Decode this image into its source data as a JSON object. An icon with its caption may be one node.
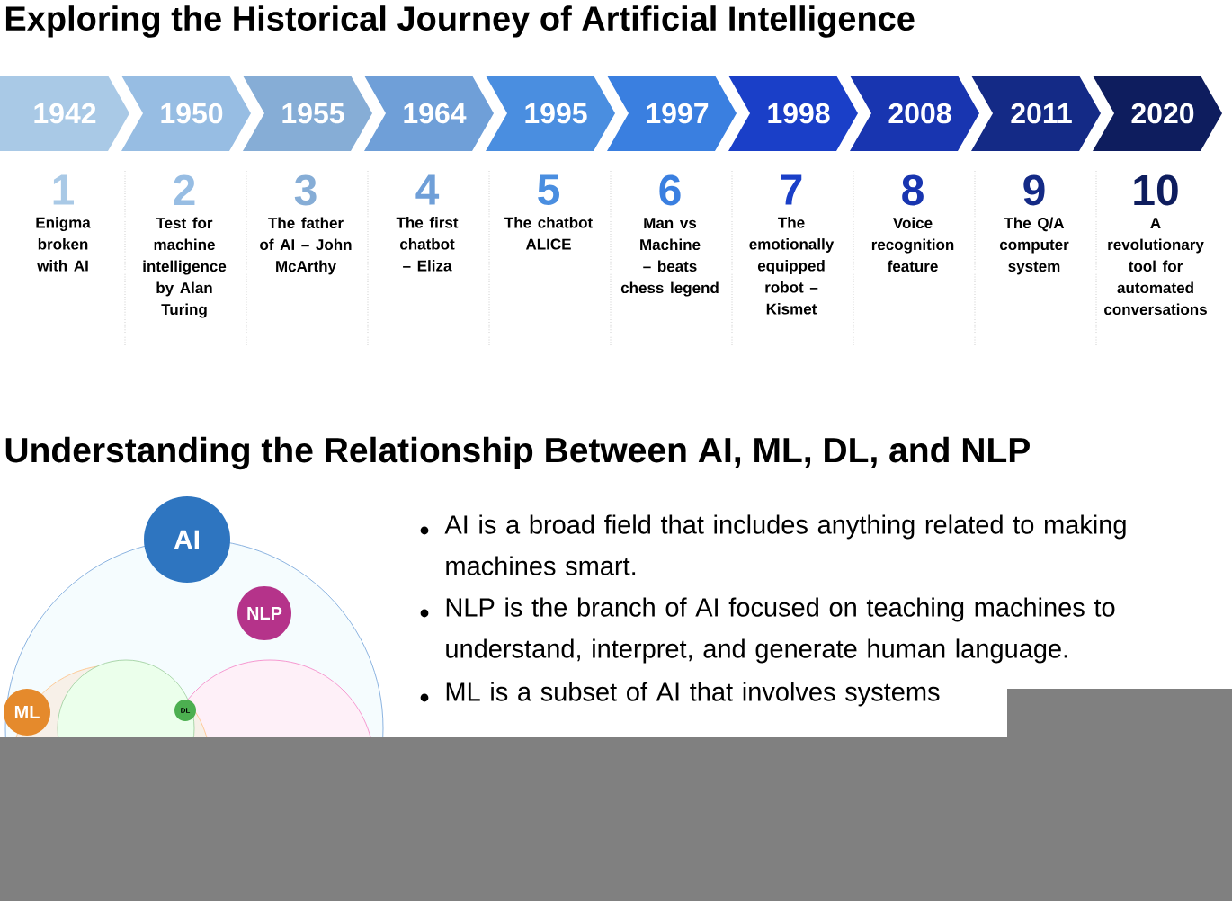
{
  "diagram": {
    "title": "Exploring the Historical Journey of Artificial Intelligence",
    "nodes": [
      {
        "text": [
          "1942"
        ]
      },
      {
        "text": [
          "1950"
        ]
      },
      {
        "text": [
          "1955"
        ]
      },
      {
        "text": [
          "1964"
        ]
      },
      {
        "text": [
          "1995"
        ]
      },
      {
        "text": [
          "1997"
        ]
      },
      {
        "text": [
          "1998"
        ]
      },
      {
        "text": [
          "2008"
        ]
      },
      {
        "text": [
          "2011"
        ]
      },
      {
        "text": [
          "2020"
        ]
      },
      {
        "text": [
          "1",
          "Enigma broken with AI"
        ]
      },
      {
        "text": [
          "2",
          "Test for machine intelligence by Alan Turing"
        ]
      },
      {
        "text": [
          "3",
          "The father of AI – John McArthy"
        ]
      },
      {
        "text": [
          "4",
          "The first chatbot – Eliza"
        ]
      },
      {
        "text": [
          "5",
          "The chatbot ALICE"
        ]
      },
      {
        "text": [
          "6",
          "Man vs Machine – beats chess legend"
        ]
      },
      {
        "text": [
          "7",
          "The emotionally equipped robot – Kismet"
        ]
      },
      {
        "text": [
          "8",
          "Voice recognition feature"
        ]
      },
      {
        "text": [
          "9",
          "The Q/A computer system"
        ]
      },
      {
        "text": [
          "10",
          "A revolutionary tool for automated conversations"
        ]
      },
      {
        "text": [
          "AI"
        ]
      },
      {
        "text": [
          "NLP"
        ]
      },
      {
        "text": [
          "ML"
        ]
      },
      {
        "text": [
          "DL"
        ]
      }
    ],
    "labels": [
      "Understanding the Relationship Between AI, ML, DL, and NLP",
      "AI is a broad field that includes anything related to making machines smart.",
      "NLP is the branch of AI focused on teaching machines to understand, interpret, and generate human language.",
      "ML is a subset of AI that involves systems"
    ]
  }
}
